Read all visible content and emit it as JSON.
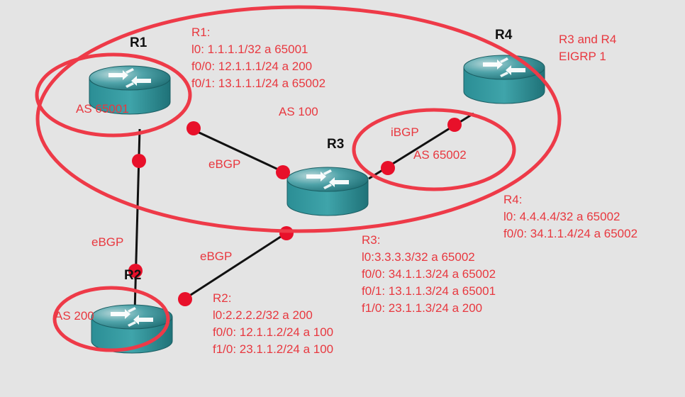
{
  "routers": {
    "r1": {
      "name": "R1"
    },
    "r2": {
      "name": "R2"
    },
    "r3": {
      "name": "R3"
    },
    "r4": {
      "name": "R4"
    }
  },
  "areas": {
    "as100": "AS 100",
    "as65001": "AS 65001",
    "as65002": "AS 65002",
    "as200": "AS 200"
  },
  "links": {
    "r1_r3": "eBGP",
    "r1_r2": "eBGP",
    "r2_r3": "eBGP",
    "r3_r4": "iBGP"
  },
  "note": [
    "R3 and R4",
    "EIGRP 1"
  ],
  "configs": {
    "r1": [
      "R1:",
      "l0: 1.1.1.1/32 a 65001",
      "f0/0: 12.1.1.1/24 a 200",
      "f0/1: 13.1.1.1/24 a 65002"
    ],
    "r2": [
      "R2:",
      "l0:2.2.2.2/32 a 200",
      "f0/0: 12.1.1.2/24 a 100",
      "f1/0: 23.1.1.2/24 a 100"
    ],
    "r3": [
      "R3:",
      "l0:3.3.3.3/32 a 65002",
      "f0/0: 34.1.1.3/24 a 65002",
      "f0/1: 13.1.1.3/24 a 65001",
      "f1/0: 23.1.1.3/24 a 200"
    ],
    "r4": [
      "R4:",
      "l0: 4.4.4.4/32 a 65002",
      "f0/0: 34.1.1.4/24 a 65002"
    ]
  },
  "colors": {
    "annotation": "#e8383f",
    "router_top": "#1f7f86",
    "router_side": "#2a8c93",
    "background": "#e4e4e4"
  },
  "icons": [
    "router-icon"
  ]
}
